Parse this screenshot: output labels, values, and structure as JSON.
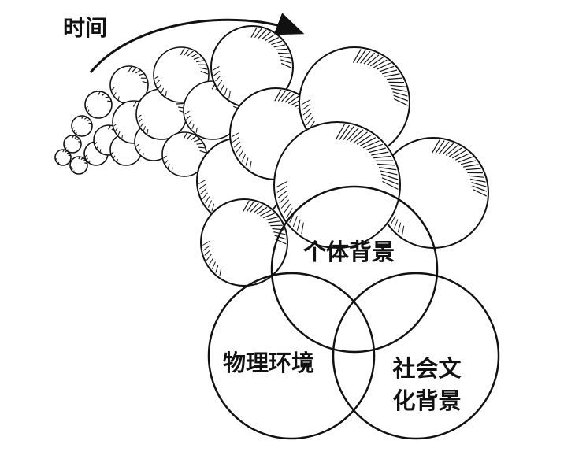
{
  "diagram": {
    "time_label": "时间",
    "individual_background": "个体背景",
    "physical_environment": "物理环境",
    "sociocultural_background_line1": "社会文",
    "sociocultural_background_line2": "化背景"
  },
  "colors": {
    "ink": "#111111",
    "background": "#ffffff",
    "sphere_fill": "#ffffff"
  }
}
